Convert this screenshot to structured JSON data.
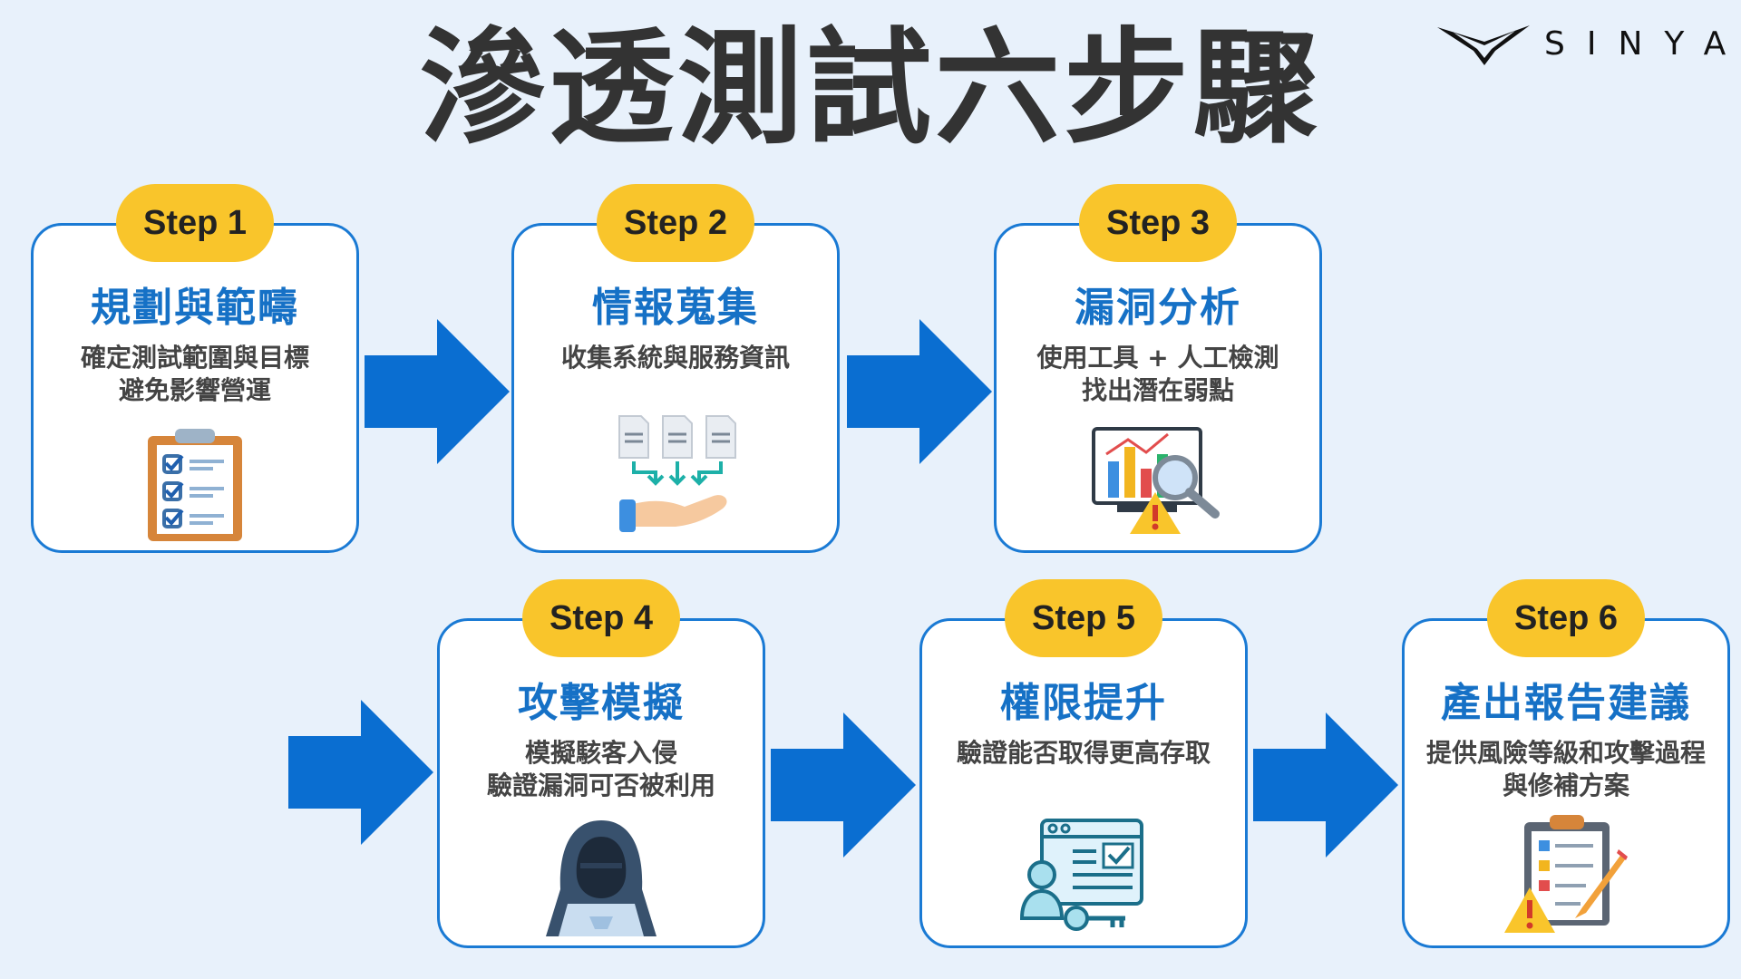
{
  "title": "滲透測試六步驟",
  "brand": {
    "name": "SINYA"
  },
  "colors": {
    "background": "#e8f1fb",
    "card_border": "#1a7ad4",
    "badge": "#f9c52b",
    "step_title": "#1671c6",
    "arrow": "#0a6ed1"
  },
  "steps": [
    {
      "badge": "Step 1",
      "title": "規劃與範疇",
      "desc": [
        "確定測試範圍與目標",
        "避免影響營運"
      ],
      "icon": "clipboard-checklist-icon"
    },
    {
      "badge": "Step 2",
      "title": "情報蒐集",
      "desc": [
        "收集系統與服務資訊"
      ],
      "icon": "documents-to-hand-icon"
    },
    {
      "badge": "Step 3",
      "title": "漏洞分析",
      "desc": [
        "使用工具 + 人工檢測",
        "找出潛在弱點"
      ],
      "icon": "chart-magnifier-warning-icon"
    },
    {
      "badge": "Step 4",
      "title": "攻擊模擬",
      "desc": [
        "模擬駭客入侵",
        "驗證漏洞可否被利用"
      ],
      "icon": "hooded-hacker-icon"
    },
    {
      "badge": "Step 5",
      "title": "權限提升",
      "desc": [
        "驗證能否取得更高存取"
      ],
      "icon": "user-key-access-icon"
    },
    {
      "badge": "Step 6",
      "title": "產出報告建議",
      "desc": [
        "提供風險等級和攻擊過程",
        "與修補方案"
      ],
      "icon": "report-clipboard-warning-icon"
    }
  ]
}
